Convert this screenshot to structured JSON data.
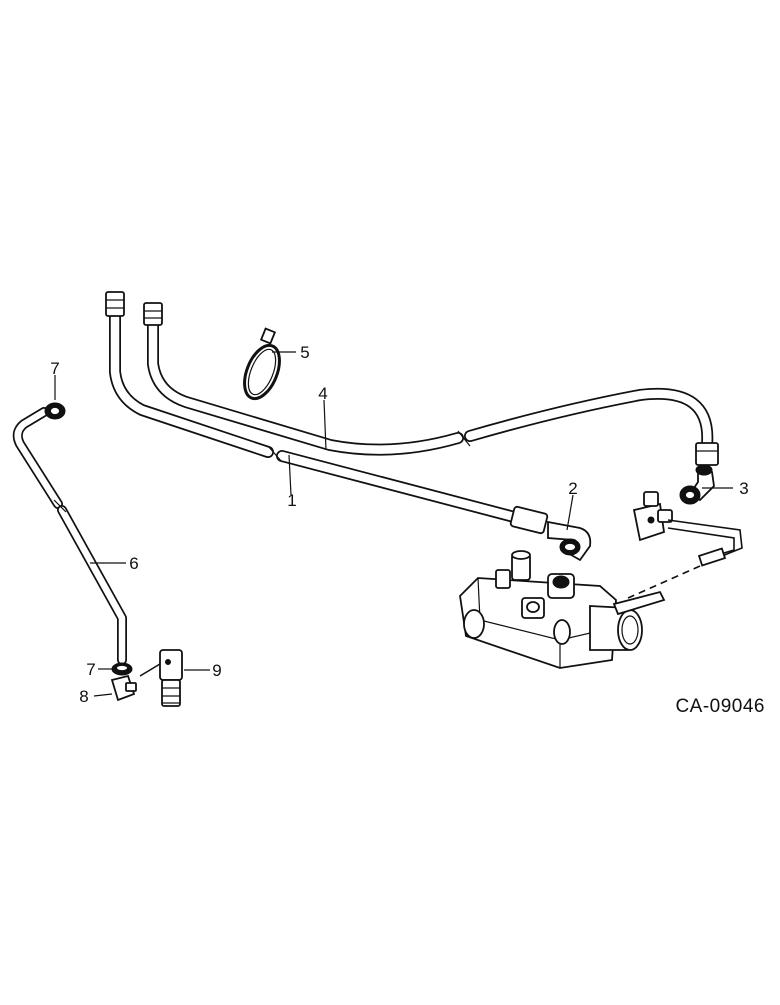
{
  "figure_id": "CA-09046",
  "callouts": {
    "c1": "1",
    "c2": "2",
    "c3": "3",
    "c4": "4",
    "c5": "5",
    "c6": "6",
    "c7a": "7",
    "c7b": "7",
    "c8": "8",
    "c9": "9"
  }
}
